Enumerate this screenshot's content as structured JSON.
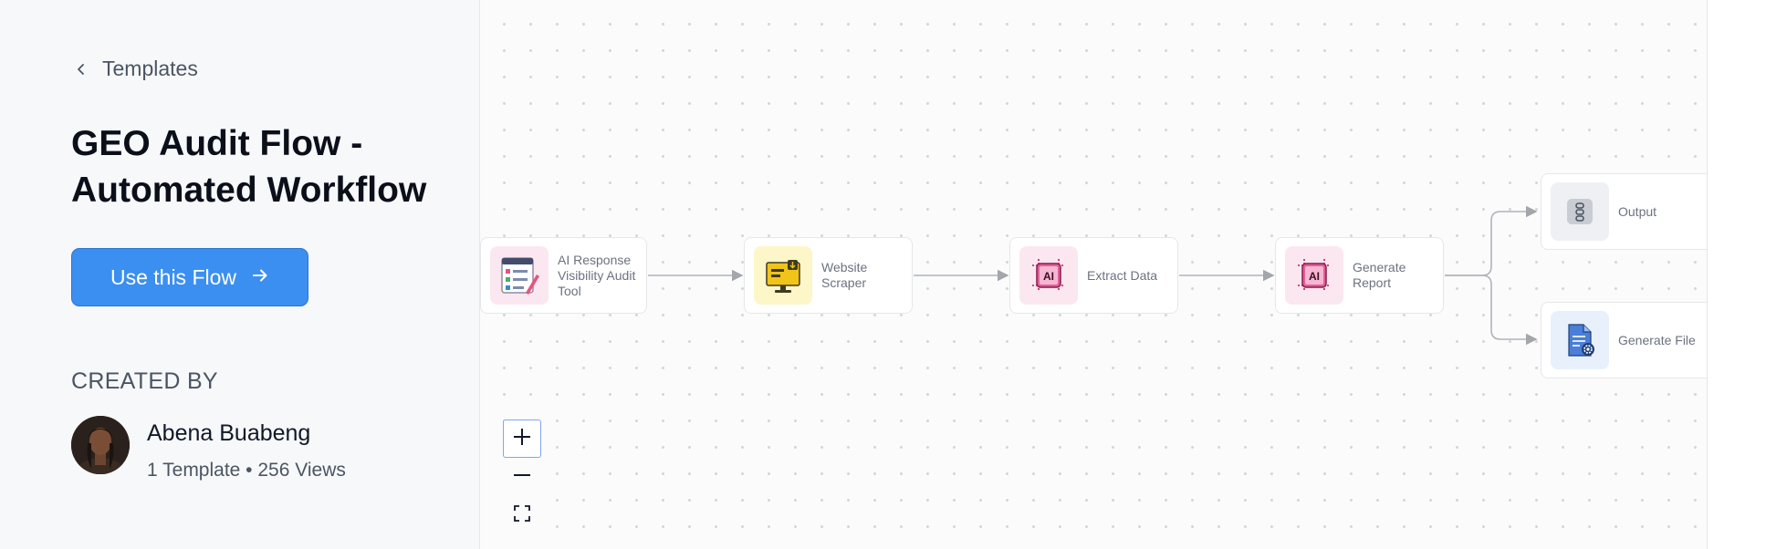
{
  "sidebar": {
    "back_label": "Templates",
    "title": "GEO Audit Flow - Automated Workflow",
    "use_button_label": "Use this Flow",
    "created_by_label": "CREATED BY",
    "author": {
      "name": "Abena Buabeng",
      "stats": "1 Template • 256 Views"
    }
  },
  "flow": {
    "nodes": [
      {
        "id": "audit",
        "label": "AI Response Visibility Audit Tool",
        "icon": "audit-checklist-icon"
      },
      {
        "id": "scraper",
        "label": "Website Scraper",
        "icon": "monitor-download-icon"
      },
      {
        "id": "extract",
        "label": "Extract Data",
        "icon": "ai-chip-icon"
      },
      {
        "id": "report",
        "label": "Generate Report",
        "icon": "ai-chip-icon"
      },
      {
        "id": "output",
        "label": "Output",
        "icon": "output-stack-icon"
      },
      {
        "id": "file",
        "label": "Generate File",
        "icon": "document-gear-icon"
      }
    ]
  },
  "controls": {
    "zoom_in": "zoom-in",
    "zoom_out": "zoom-out",
    "fit_view": "fit-view"
  },
  "colors": {
    "accent": "#3b8ff0",
    "ai_pink": "#fbe7f0",
    "scraper_yellow": "#fdf6c9",
    "file_blue": "#e8f0fc"
  }
}
